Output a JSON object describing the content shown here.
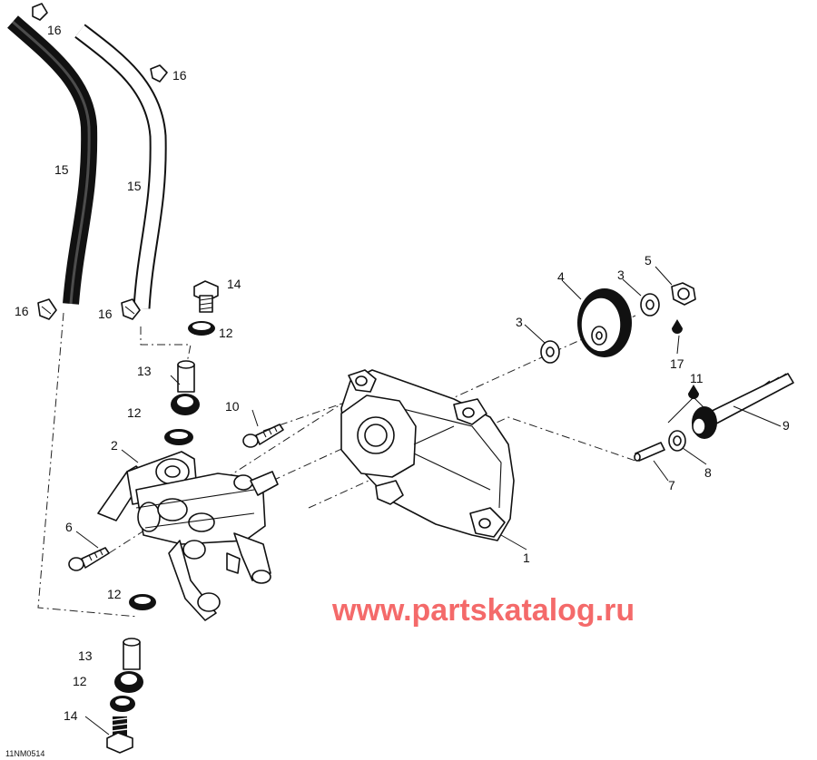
{
  "callouts": {
    "c1": "1",
    "c2": "2",
    "c3a": "3",
    "c3b": "3",
    "c4": "4",
    "c5": "5",
    "c6": "6",
    "c7": "7",
    "c8": "8",
    "c9": "9",
    "c10": "10",
    "c11": "11",
    "c12a": "12",
    "c12b": "12",
    "c12c": "12",
    "c12d": "12",
    "c13a": "13",
    "c13b": "13",
    "c14a": "14",
    "c14b": "14",
    "c15a": "15",
    "c15b": "15",
    "c16a": "16",
    "c16b": "16",
    "c16c": "16",
    "c16d": "16",
    "c17": "17"
  },
  "figure_code": "11NM0514",
  "watermark": "www.partskatalog.ru"
}
